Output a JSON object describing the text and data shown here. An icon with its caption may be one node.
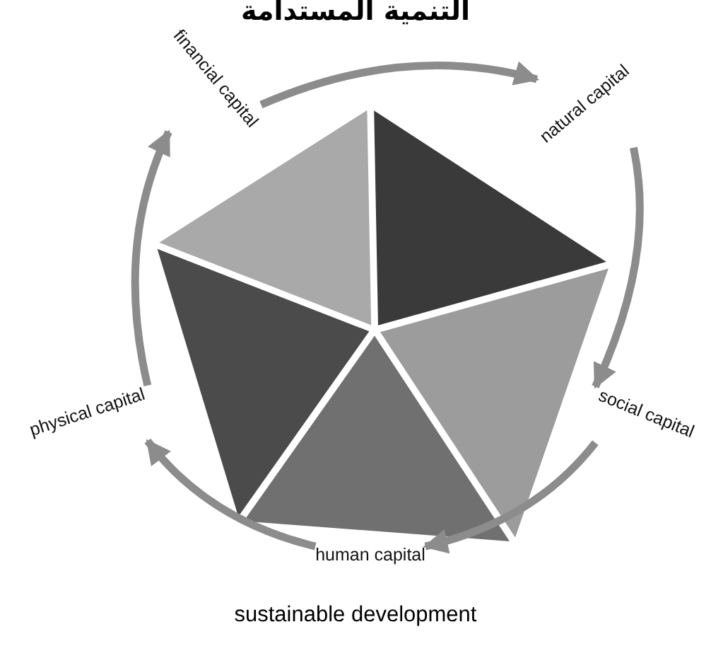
{
  "diagram": {
    "title": "التنمية المستدامة",
    "caption": "sustainable development",
    "nodes": [
      {
        "text": [
          "financial capital"
        ]
      },
      {
        "text": [
          "natural capital"
        ]
      },
      {
        "text": [
          "social capital"
        ]
      },
      {
        "text": [
          "human capital"
        ]
      },
      {
        "text": [
          "physical capital"
        ]
      }
    ],
    "edges": [
      {
        "from": 0,
        "to": 1,
        "arrow": "to"
      },
      {
        "from": 1,
        "to": 2,
        "arrow": "to"
      },
      {
        "from": 2,
        "to": 3,
        "arrow": "to"
      },
      {
        "from": 3,
        "to": 4,
        "arrow": "to"
      },
      {
        "from": 4,
        "to": 0,
        "arrow": "to"
      }
    ]
  }
}
